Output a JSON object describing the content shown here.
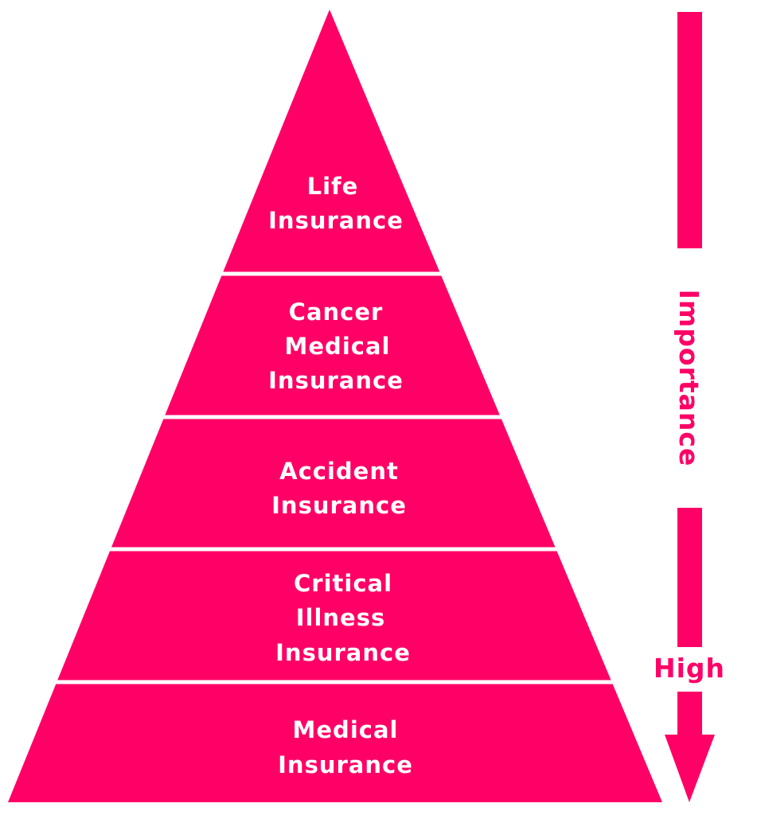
{
  "color": "#ff0066",
  "pyramid": {
    "levels": [
      {
        "lines": [
          "Life",
          "Insurance"
        ]
      },
      {
        "lines": [
          "Cancer",
          "Medical",
          "Insurance"
        ]
      },
      {
        "lines": [
          "Accident",
          "Insurance"
        ]
      },
      {
        "lines": [
          "Critical",
          "Illness",
          "Insurance"
        ]
      },
      {
        "lines": [
          "Medical",
          "Insurance"
        ]
      }
    ]
  },
  "arrow": {
    "label": "Importance",
    "end_label": "High"
  }
}
